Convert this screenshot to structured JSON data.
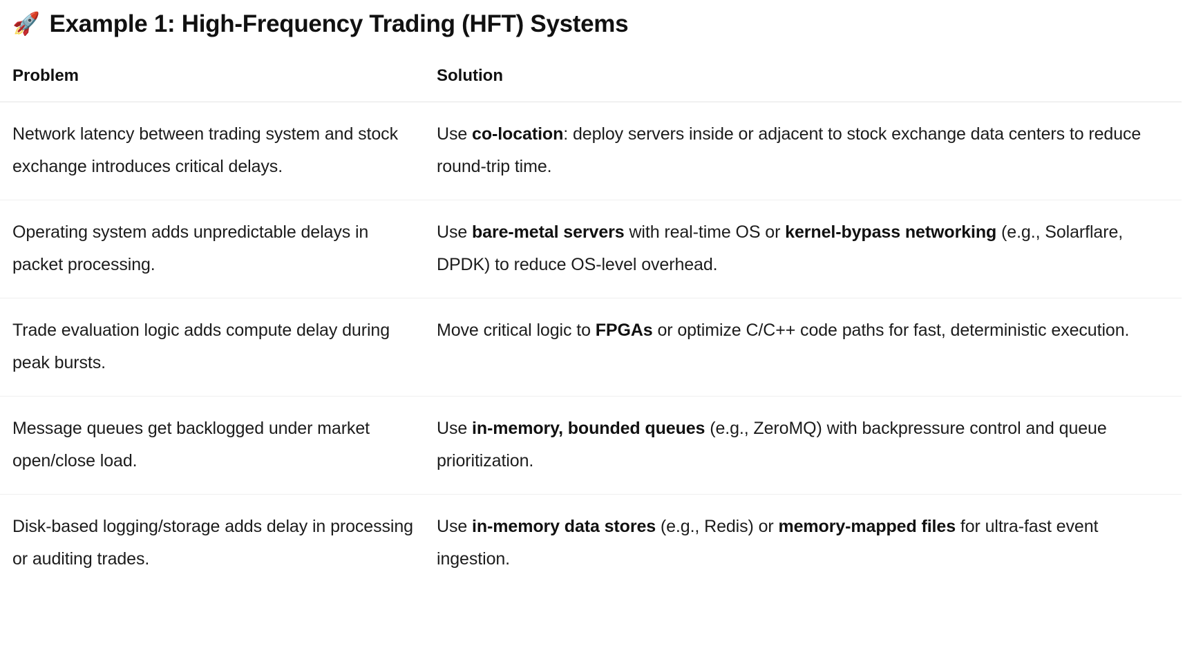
{
  "document": {
    "title_emoji": "🚀",
    "title_text": "Example 1: High-Frequency Trading (HFT) Systems"
  },
  "table": {
    "columns": [
      "Problem",
      "Solution"
    ],
    "rows": [
      {
        "problem": "Network latency between trading system and stock exchange introduces critical delays.",
        "solution_plain": "Use co-location: deploy servers inside or adjacent to stock exchange data centers to reduce round-trip time.",
        "solution_html": "Use <b>co-location</b>: deploy servers inside or adjacent to stock exchange data centers to reduce round-trip time.",
        "solution_bold_terms": [
          "co-location"
        ]
      },
      {
        "problem": "Operating system adds unpredictable delays in packet processing.",
        "solution_plain": "Use bare-metal servers with real-time OS or kernel-bypass networking (e.g., Solarflare, DPDK) to reduce OS-level overhead.",
        "solution_html": "Use <b>bare-metal servers</b> with real-time OS or <b>kernel-bypass networking</b> (e.g., Solarflare, DPDK) to reduce OS-level overhead.",
        "solution_bold_terms": [
          "bare-metal servers",
          "kernel-bypass networking"
        ]
      },
      {
        "problem": "Trade evaluation logic adds compute delay during peak bursts.",
        "solution_plain": "Move critical logic to FPGAs or optimize C/C++ code paths for fast, deterministic execution.",
        "solution_html": "Move critical logic to <b>FPGAs</b> or optimize C/C++ code paths for fast, deterministic execution.",
        "solution_bold_terms": [
          "FPGAs"
        ]
      },
      {
        "problem": "Message queues get backlogged under market open/close load.",
        "solution_plain": "Use in-memory, bounded queues (e.g., ZeroMQ) with backpressure control and queue prioritization.",
        "solution_html": "Use <b>in-memory, bounded queues</b> (e.g., ZeroMQ) with backpressure control and queue prioritization.",
        "solution_bold_terms": [
          "in-memory, bounded queues"
        ]
      },
      {
        "problem": "Disk-based logging/storage adds delay in processing or auditing trades.",
        "solution_plain": "Use in-memory data stores (e.g., Redis) or memory-mapped files for ultra-fast event ingestion.",
        "solution_html": "Use <b>in-memory data stores</b> (e.g., Redis) or <b>memory-mapped files</b> for ultra-fast event ingestion.",
        "solution_bold_terms": [
          "in-memory data stores",
          "memory-mapped files"
        ]
      }
    ]
  },
  "colors": {
    "background": "#ffffff",
    "text": "#1c1c1c",
    "heading": "#111111",
    "header_rule": "#e4e4e4",
    "row_rule": "#efefef"
  }
}
